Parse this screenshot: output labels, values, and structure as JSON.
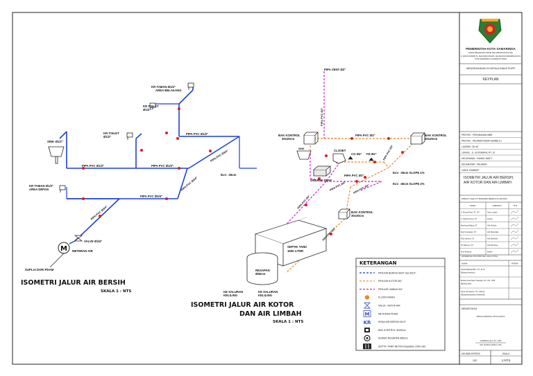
{
  "title_block": {
    "org_line1": "PEMERINTAH KOTA SAMARINDA",
    "org_line2": "DINAS PEKERJAAN UMUM DAN PENATAAN RUANG",
    "org_line3": "Jl. DAHLIA NOMOR 81, KELURAHAN BUGIS, KECAMATAN SAMARINDA KOTA",
    "org_line4": "KOTA SAMARINDA, KALIMANTAN TIMUR",
    "approval": "MENGESAHKAN DI KEPALA DINAS PUPR",
    "keyplan": "KEYPLAN",
    "project_lines": [
      "PROYEK : PERUMAHAN MBR",
      "PROYEK : PALARAN INDAH SEMBILU I",
      "LUASAN : 36 m2",
      "LOKASI : JL. SUTERAKAL RT. 10",
      "KELURAHAN : HANDIL BAKTI",
      "KECAMATAN : PALARAN",
      "JUDUL GAMBAR :"
    ],
    "drawing_title": "ISOMETRI JALUR AIR BERSIH, AIR KOTOR DAN AIR LIMBAH",
    "drawn_by": "DIBUAT OLEH PT BORNEO BERKAYA LESTARI",
    "team_headers": [
      "NAMA",
      "JABATAN",
      "TTD"
    ],
    "team_rows": [
      [
        "Ir. Ahmad Rizal, ST., MT",
        "Team Leader"
      ],
      [
        "Ir. Hadi Purnomo, ST",
        "Arsitek"
      ],
      [
        "Bambang Wijaya, ST",
        "Ahli Struktur"
      ],
      [
        "Dedi Kurniawan, ST",
        "Ahli Mekanikal"
      ],
      [
        "Rudi Hartono, ST",
        "Ahli Elektrikal"
      ],
      [
        "Sri Wahyuni, ST",
        "Ahli Plumbing"
      ],
      [
        "Andi Pratama",
        "Drafter"
      ]
    ],
    "checked_by": "DIPERIKSA TIM PROYEK (ANJ) (TPA)",
    "check_headers": [
      "NAMA",
      "PARAF"
    ],
    "check_rows": [
      "Faisal Bahasuddin, ST., M.Si (Bidang Arsitektur)",
      "Muhammad Nasir Sanjaya, ST., MT., IPM (Bidang Sipil)",
      "Agus Kurniawan, ST., M.Eng (Bidang Mekanikal & Elektrikal)"
    ],
    "approved": "MENGETAHUI",
    "approved_sub": "KEPALA BIDANG CIPTA KARYA",
    "signer": "HASBULLAH, ST., MSi",
    "signer_nip": "NIP. 19740312 200312 1 006",
    "sheet_label": "UKURAN KERTAS",
    "scale_label": "SKALA",
    "sheet_value": "A3",
    "scale_value": "1:NTS"
  },
  "left_diagram": {
    "title": "ISOMETRI JALUR AIR BERSIH",
    "scale": "SKALA 1 : NTS",
    "labels": {
      "kr_taman_belakang_1": "KR TAMAN Ø1/2\"",
      "kr_taman_belakang_2": "AREA BELAKANG",
      "kr_toilet_top_1": "KR TOILET",
      "kr_toilet_top_2": "Ø1/2\"",
      "kr_toilet_mid_1": "KR TOILET",
      "kr_toilet_mid_2": "Ø1/2\"",
      "sink": "SINK Ø1/2\"",
      "kr_taman_depan_1": "KR TAMAN Ø1/2\"",
      "kr_taman_depan_2": "AREA DEPAN",
      "pipa_a": "PIPA PVC Ø1/2\"",
      "pipa_b": "PIPA PVC Ø1/2\"",
      "pipa_c": "PIPA PVC Ø1/2\"",
      "pipa_d": "PIPA PVC Ø3/4\"",
      "pipa_diag1": "PIPA PVC Ø3/4\"",
      "pipa_diag2": "PIPA PVC Ø3/4\"",
      "pipa_diag3": "PIPA PVC Ø3/4\"",
      "elv": "ELV. -35cm",
      "valve": "VALVE Ø3/4\"",
      "meter": "METERAN AIR",
      "suplai": "SUPLAI DARI PDAM",
      "meter_symbol": "M"
    }
  },
  "right_diagram": {
    "title_line1": "ISOMETRI JALUR AIR KOTOR",
    "title_line2": "DAN AIR LIMBAH",
    "scale": "SKALA 1 : NTS",
    "labels": {
      "vent": "PIPA VENT Ø2\"",
      "vent_vertical": "PIPA PVC Ø2\"",
      "bak_kontrol_left_1": "BAK KONTROL",
      "bak_kontrol_left_2": "30x30cm",
      "bak_kontrol_right_1": "BAK KONTROL",
      "bak_kontrol_right_2": "30x30cm",
      "bak_kontrol_bottom_1": "BAK KONTROL",
      "bak_kontrol_bottom_2": "30x30cm",
      "pipa_top": "PIPA PVC Ø3\"",
      "closet": "CLOSET",
      "cd4": "CO Ø4\"",
      "fd2": "FD Ø2\"",
      "sink": "SINK",
      "grease": "GREASE TRAP",
      "pipa_mid": "PIPA PVC Ø3\"",
      "elv35": "ELV. -35cm SLOPE 1%",
      "elv45": "ELV. -45cm SLOPE 2%",
      "pipa_diag_a": "PIPA PVC Ø4\"",
      "pipa_diag_b": "PIPA PVC Ø4\"",
      "pipa_diag_c": "PIPA PVC Ø4\"",
      "pipa_diag_d": "PIPA PVC Ø3\"",
      "pipa_diag_e": "PIPA PVC Ø3\"",
      "septic_1": "SEPTIK TANK",
      "septic_2": "1500 LITER",
      "resapan_1": "RESAPAN",
      "resapan_2": "Ø80cm",
      "saluran_left_1": "KE SALURAN",
      "saluran_left_2": "KELILING",
      "saluran_right_1": "KE SALURAN",
      "saluran_right_2": "KELILING"
    }
  },
  "legend": {
    "title": "KETERANGAN",
    "items": [
      {
        "icon": "blue-dashed-line",
        "text": "PIPA AIR BERSIH Ø3/4\" dan Ø1/2\""
      },
      {
        "icon": "orange-dashed-line",
        "text": "PIPA AIR KOTOR Ø3\""
      },
      {
        "icon": "magenta-dashed-line",
        "text": "PIPA AIR LIMBAH Ø4\""
      },
      {
        "icon": "floor-drain-icon",
        "text": "FLOOR DRAIN"
      },
      {
        "icon": "valve-icon",
        "text": "VALVE / KATUP AIR"
      },
      {
        "icon": "meter-icon",
        "text": "METERAN PDAM"
      },
      {
        "icon": "kr-icon",
        "text": "KRAN AIR BERSIH Ø1/2\""
      },
      {
        "icon": "bak-kontrol-icon",
        "text": "BAK KONTROL 30x30cm"
      },
      {
        "icon": "sumur-icon",
        "text": "SUMUR RESAPAN Ø80cm"
      },
      {
        "icon": "septic-icon",
        "text": "SEPTIC TANK BETON Kapasitas 1500 Liter"
      }
    ],
    "meter_glyph": "M",
    "kr_glyph": "KR"
  },
  "colors": {
    "clean_water": "#1f3fd1",
    "dirty_water": "#e8892a",
    "waste_water": "#d21fc9",
    "accent_dot": "#e01b1b",
    "floor_drain": "#e8892a"
  }
}
